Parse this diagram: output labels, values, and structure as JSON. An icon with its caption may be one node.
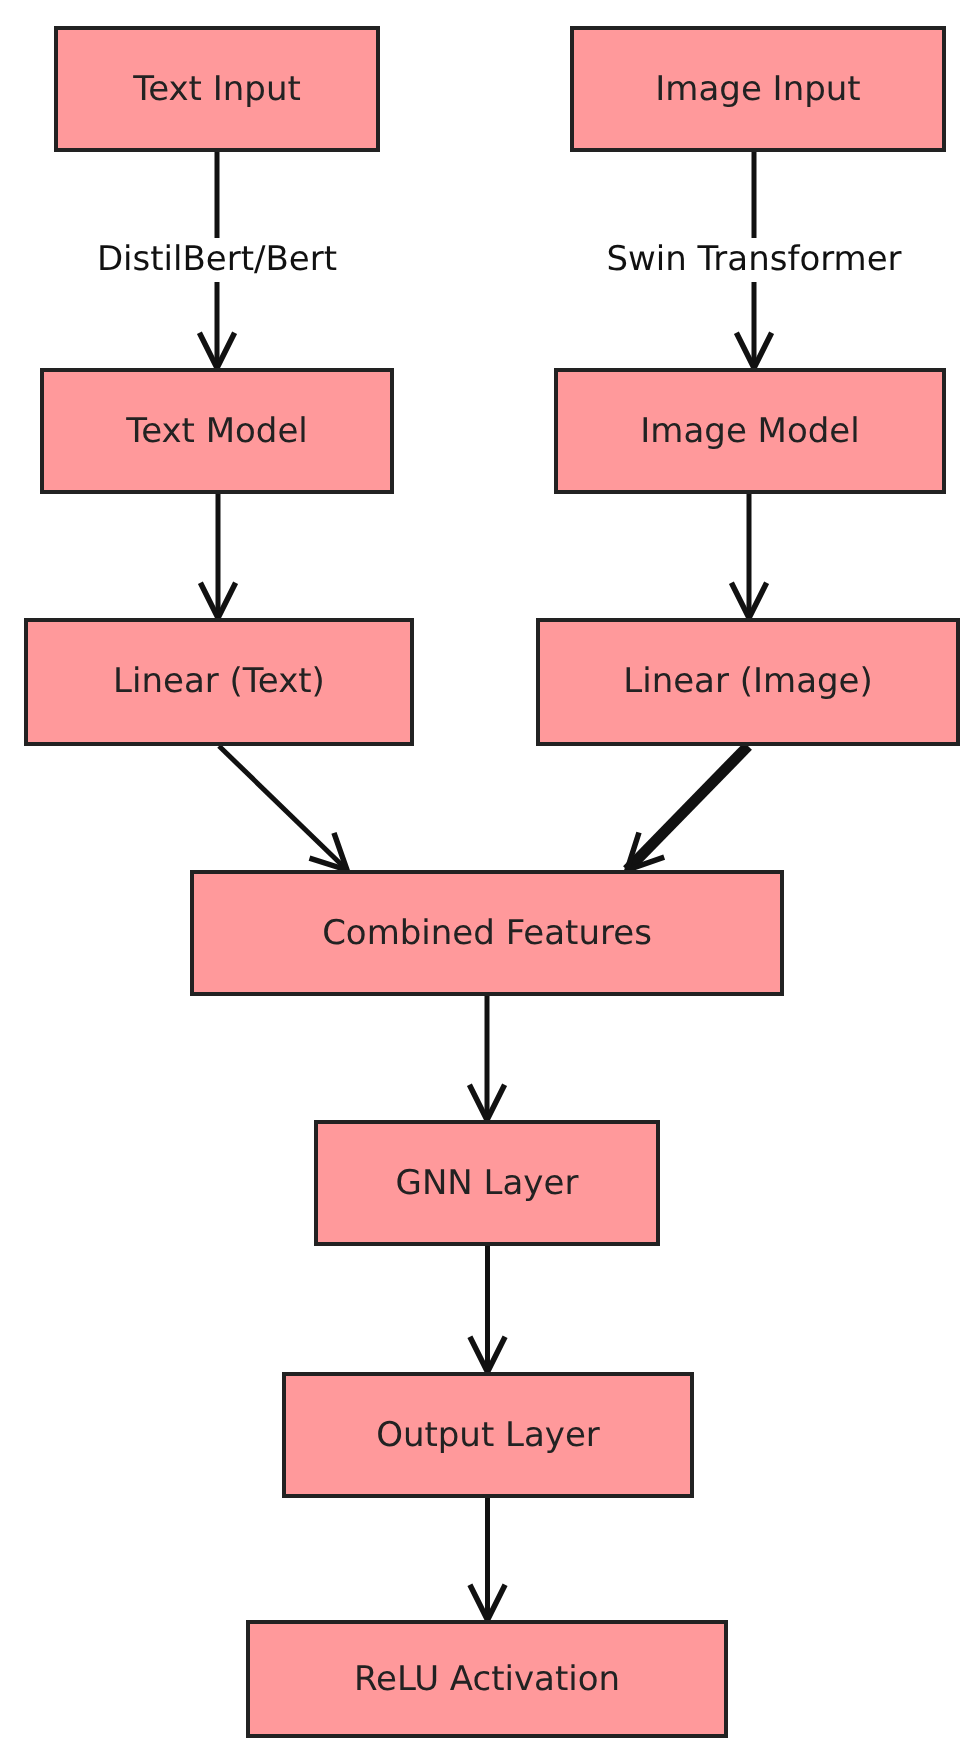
{
  "diagram": {
    "nodes": [
      {
        "text": [
          "Text Input"
        ]
      },
      {
        "text": [
          "Image Input"
        ]
      },
      {
        "text": [
          "Text Model"
        ]
      },
      {
        "text": [
          "Image Model"
        ]
      },
      {
        "text": [
          "Linear (Text)"
        ]
      },
      {
        "text": [
          "Linear (Image)"
        ]
      },
      {
        "text": [
          "Combined Features"
        ]
      },
      {
        "text": [
          "GNN Layer"
        ]
      },
      {
        "text": [
          "Output Layer"
        ]
      },
      {
        "text": [
          "ReLU Activation"
        ]
      }
    ],
    "edges": [
      {
        "from": 0,
        "to": 2,
        "arrow": "to",
        "label": "DistilBert/Bert"
      },
      {
        "from": 1,
        "to": 3,
        "arrow": "to",
        "label": "Swin Transformer"
      },
      {
        "from": 2,
        "to": 4,
        "arrow": "to"
      },
      {
        "from": 3,
        "to": 5,
        "arrow": "to"
      },
      {
        "from": 4,
        "to": 6,
        "arrow": "to"
      },
      {
        "from": 5,
        "to": 6,
        "arrow": "to",
        "style": "thick"
      },
      {
        "from": 6,
        "to": 7,
        "arrow": "to"
      },
      {
        "from": 7,
        "to": 8,
        "arrow": "to"
      },
      {
        "from": 8,
        "to": 9,
        "arrow": "to"
      }
    ]
  }
}
